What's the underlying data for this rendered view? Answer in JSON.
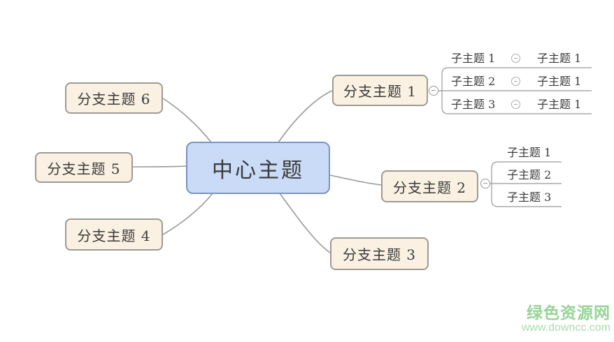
{
  "central_topic": "中心主题",
  "branches": [
    {
      "label": "分支主题 1"
    },
    {
      "label": "分支主题 2"
    },
    {
      "label": "分支主题 3"
    },
    {
      "label": "分支主题 4"
    },
    {
      "label": "分支主题 5"
    },
    {
      "label": "分支主题 6"
    }
  ],
  "branch1_subtopics": [
    {
      "label": "子主题 1",
      "child": "子主题 1"
    },
    {
      "label": "子主题 2",
      "child": "子主题 1"
    },
    {
      "label": "子主题 3",
      "child": "子主题 1"
    }
  ],
  "branch2_subtopics": [
    {
      "label": "子主题 1"
    },
    {
      "label": "子主题 2"
    },
    {
      "label": "子主题 3"
    }
  ],
  "icons": {
    "collapse": "minus-circle"
  },
  "colors": {
    "central_fill": "#c9dbf6",
    "central_border": "#7b93c1",
    "branch_fill": "#fbf1e3",
    "branch_border": "#9d9a94",
    "connector": "#999999",
    "watermark_title": "#96d496",
    "watermark_url": "#aadcaa"
  },
  "watermark": {
    "site_name": "绿色资源网",
    "site_url": "www.downcc.com"
  }
}
